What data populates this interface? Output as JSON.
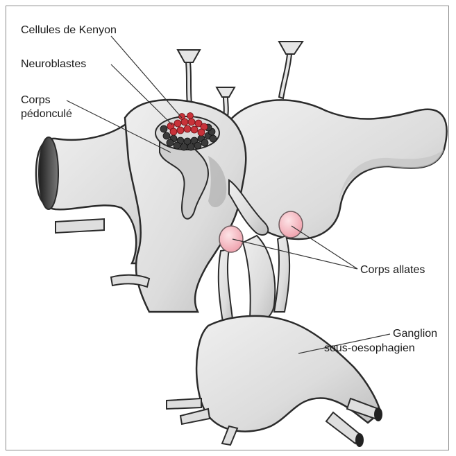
{
  "labels": {
    "kenyon": "Cellules de Kenyon",
    "neuroblasts": "Neuroblastes",
    "corps_line1": "Corps",
    "corps_line2": "pédonculé",
    "allates": "Corps allates",
    "ganglion_line1": "Ganglion",
    "ganglion_line2": "sous-oesophagien"
  },
  "colors": {
    "tissue": "#dcdcdc",
    "tissue_shade": "#b9b9b9",
    "outline": "#2b2b2b",
    "kenyon_cells": "#c8323a",
    "neuroblast_cells": "#3a3a3a",
    "corpora_allata": "#f4b8c0"
  }
}
